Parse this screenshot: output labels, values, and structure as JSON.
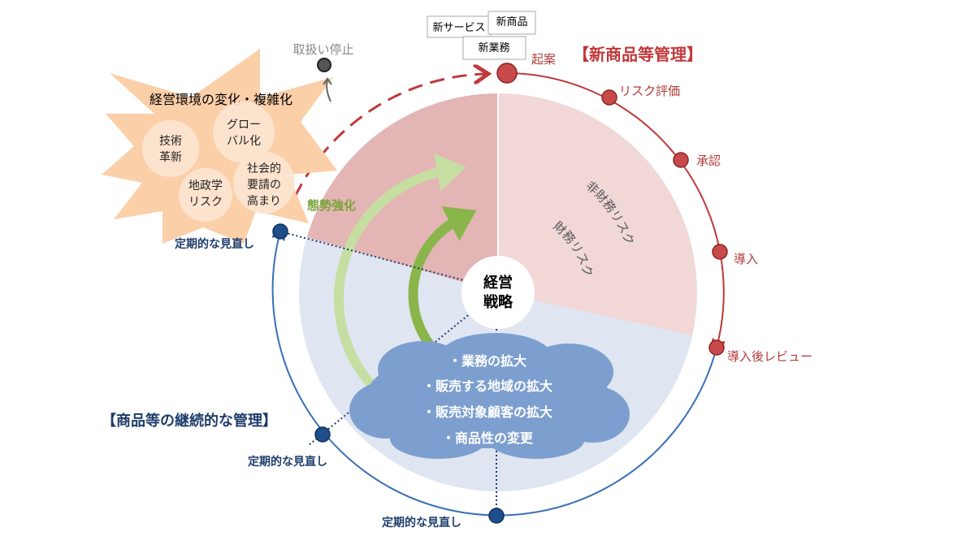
{
  "documents": [
    "新サービス",
    "新商品",
    "新業務"
  ],
  "new_product_mgmt": {
    "title": "【新商品等管理】",
    "steps": [
      "起案",
      "リスク評価",
      "承認",
      "導入",
      "導入後レビュー"
    ]
  },
  "continuous_mgmt": {
    "title": "【商品等の継続的な管理】",
    "review_label": "定期的な見直し"
  },
  "stop_label": "取扱い停止",
  "environment": {
    "title": "経営環境の変化・複雑化",
    "factors": [
      [
        "技術",
        "革新"
      ],
      [
        "グロー",
        "バル化"
      ],
      [
        "地政学",
        "リスク"
      ],
      [
        "社会的",
        "要請の",
        "高まり"
      ]
    ]
  },
  "strengthen_label": "態勢強化",
  "center": [
    "経営",
    "戦略"
  ],
  "risks": {
    "non_financial": "非財務リスク",
    "financial": "財務リスク"
  },
  "cloud_items": [
    "・業務の拡大",
    "・販売する地域の拡大",
    "・販売対象顧客の拡大",
    "・商品性の変更"
  ],
  "colors": {
    "red": "#c0393b",
    "blue": "#3a6fb5",
    "navy": "#1f3d6b",
    "green": "#8ab54a",
    "light_green": "#c6dea1"
  }
}
